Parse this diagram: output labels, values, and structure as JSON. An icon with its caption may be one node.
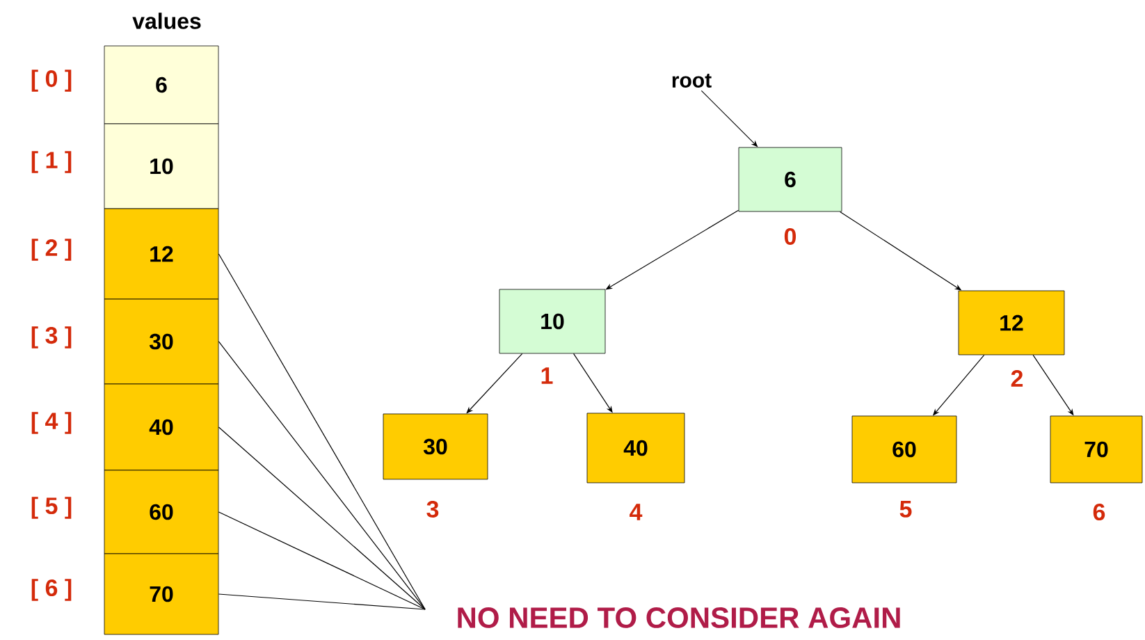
{
  "diagram": {
    "nodes": [
      {
        "text": [
          "6"
        ],
        "beside": [
          "[ 0 ]"
        ]
      },
      {
        "text": [
          "10"
        ],
        "beside": [
          "[ 1 ]"
        ]
      },
      {
        "text": [
          "12"
        ],
        "beside": [
          "[ 2 ]"
        ]
      },
      {
        "text": [
          "30"
        ],
        "beside": [
          "[ 3 ]"
        ]
      },
      {
        "text": [
          "40"
        ],
        "beside": [
          "[ 4 ]"
        ]
      },
      {
        "text": [
          "60"
        ],
        "beside": [
          "[ 5 ]"
        ]
      },
      {
        "text": [
          "70"
        ],
        "beside": [
          "[ 6 ]"
        ]
      },
      {
        "text": [
          "6"
        ],
        "beside": [
          "0"
        ]
      },
      {
        "text": [
          "10"
        ],
        "beside": [
          "1"
        ]
      },
      {
        "text": [
          "12"
        ],
        "beside": [
          "2"
        ]
      },
      {
        "text": [
          "30"
        ],
        "beside": [
          "3"
        ]
      },
      {
        "text": [
          "40"
        ],
        "beside": [
          "4"
        ]
      },
      {
        "text": [
          "60"
        ],
        "beside": [
          "5"
        ]
      },
      {
        "text": [
          "70"
        ],
        "beside": [
          "6"
        ]
      },
      {
        "text": [
          "root"
        ]
      },
      {
        "text": [
          "NO NEED TO CONSIDER AGAIN"
        ]
      }
    ],
    "edges": [
      {
        "from": 14,
        "to": 7,
        "arrow": "to"
      },
      {
        "from": 7,
        "to": 8,
        "arrow": "to"
      },
      {
        "from": 7,
        "to": 9,
        "arrow": "to"
      },
      {
        "from": 8,
        "to": 10,
        "arrow": "to"
      },
      {
        "from": 8,
        "to": 11,
        "arrow": "to"
      },
      {
        "from": 9,
        "to": 12,
        "arrow": "to"
      },
      {
        "from": 9,
        "to": 13,
        "arrow": "to"
      },
      {
        "from": 15,
        "to": 2,
        "arrow": "none"
      },
      {
        "from": 15,
        "to": 3,
        "arrow": "none"
      },
      {
        "from": 15,
        "to": 4,
        "arrow": "none"
      },
      {
        "from": 15,
        "to": 5,
        "arrow": "none"
      },
      {
        "from": 15,
        "to": 6,
        "arrow": "none"
      }
    ],
    "labels": [
      "values"
    ]
  }
}
